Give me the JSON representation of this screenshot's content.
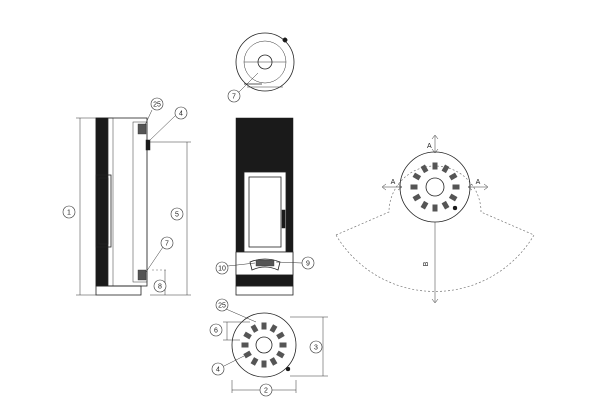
{
  "callouts": {
    "c25_side": "25",
    "c4_side": "4",
    "c1": "1",
    "c5": "5",
    "c7_side": "7",
    "c8": "8",
    "c7_top": "7",
    "c10": "10",
    "c9": "9",
    "c25_plan": "25",
    "c6": "6",
    "c4_plan": "4",
    "c3": "3",
    "c2": "2"
  },
  "clearance": {
    "a_top": "A",
    "a_left": "A",
    "a_right": "A",
    "b": "B"
  }
}
